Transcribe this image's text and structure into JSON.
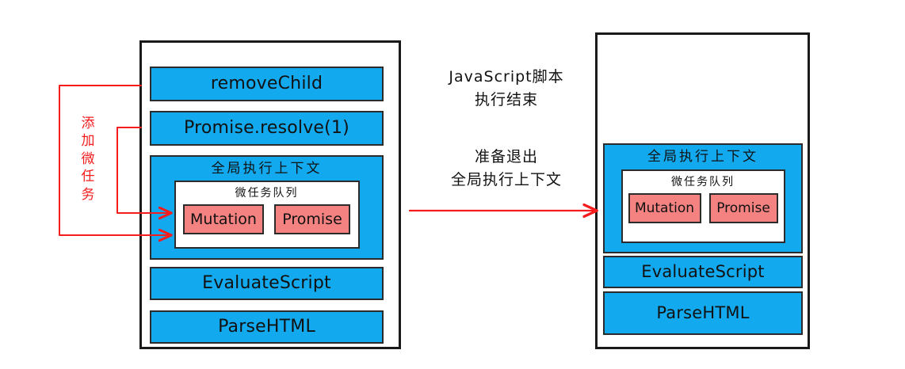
{
  "diagram": {
    "colors": {
      "frame_blue": "#12a9ef",
      "task_red": "#f48281",
      "annotation_red": "#f41c1c",
      "stroke_black": "#1a1a1a",
      "background": "#ffffff"
    },
    "left_stack": {
      "frames": [
        {
          "label": "removeChild"
        },
        {
          "label": "Promise.resolve(1)"
        }
      ],
      "global_context": {
        "title": "全局执行上下文",
        "microtask_queue": {
          "title": "微任务队列",
          "tasks": [
            "Mutation",
            "Promise"
          ]
        }
      },
      "base_frames": [
        {
          "label": "EvaluateScript"
        },
        {
          "label": "ParseHTML"
        }
      ]
    },
    "left_annotation": {
      "chars": [
        "添",
        "加",
        "微",
        "任",
        "务"
      ],
      "text": "添加微任务"
    },
    "center_notes": {
      "top": "JavaScript脚本\n执行结束",
      "bottom": "准备退出\n全局执行上下文"
    },
    "right_stack": {
      "frames": [],
      "global_context": {
        "title": "全局执行上下文",
        "microtask_queue": {
          "title": "微任务队列",
          "tasks": [
            "Mutation",
            "Promise"
          ]
        }
      },
      "base_frames": [
        {
          "label": "EvaluateScript"
        },
        {
          "label": "ParseHTML"
        }
      ]
    }
  }
}
